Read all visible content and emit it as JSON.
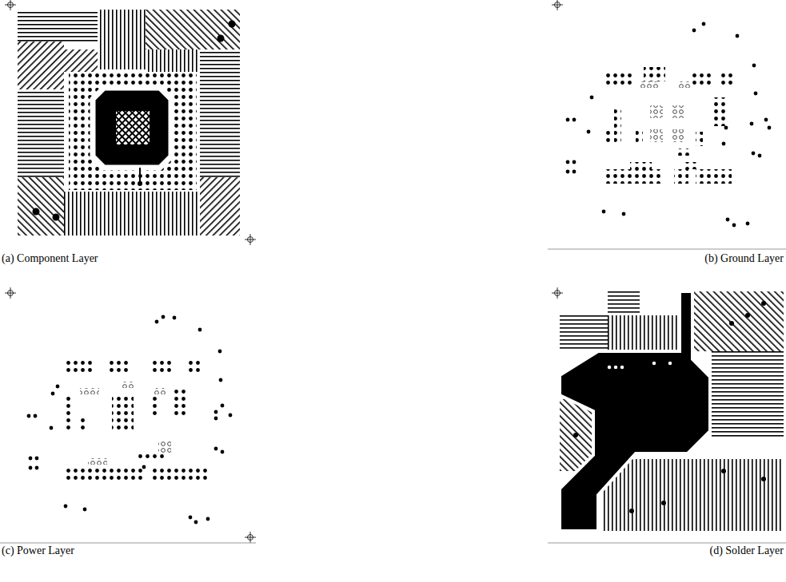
{
  "diagram": {
    "labels": [
      "(a) Component Layer",
      "(b) Ground Layer",
      "(c) Power Layer",
      "(d) Solder Layer"
    ]
  }
}
